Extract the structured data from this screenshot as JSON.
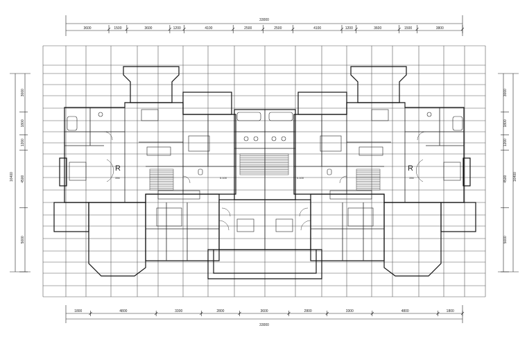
{
  "drawing": {
    "overall_top": "33000",
    "overall_bottom": "33000",
    "top_dims": [
      "3600",
      "1500",
      "3600",
      "1200",
      "4100",
      "2500",
      "2500",
      "4100",
      "1200",
      "3600",
      "1500",
      "3800"
    ],
    "bottom_dims": [
      "1800",
      "4800",
      "3300",
      "2800",
      "3600",
      "2800",
      "3300",
      "4800",
      "1800"
    ],
    "left_dims": [
      "3000",
      "1800",
      "1200",
      "4500",
      "5000"
    ],
    "right_dims": [
      "3000",
      "1800",
      "1200",
      "4500",
      "5000"
    ],
    "left_total": "16400",
    "right_total": "16400",
    "level_left": "5.100",
    "level_right": "5.100",
    "r_marker_left": "R",
    "r_marker_right": "R",
    "r_note_left": "35M",
    "r_note_right": "35M"
  }
}
